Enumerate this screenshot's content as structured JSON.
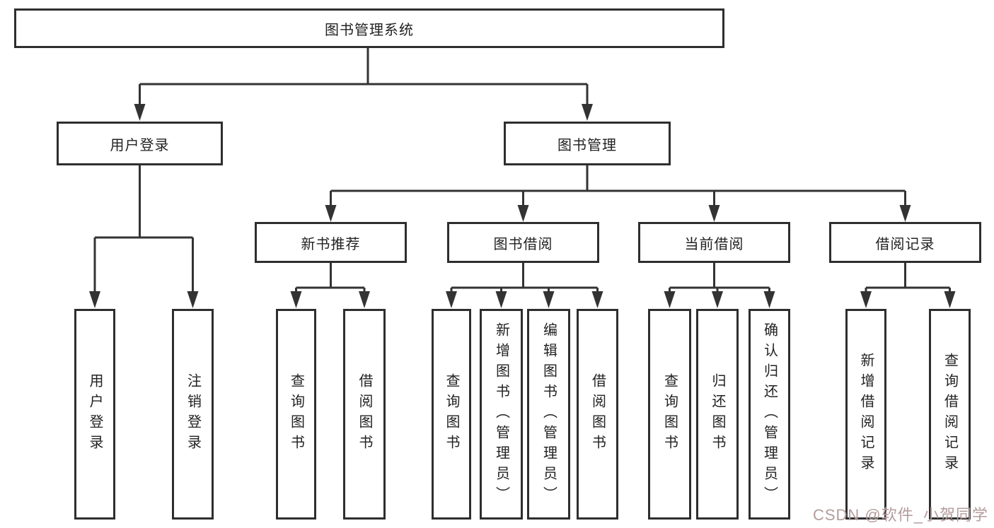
{
  "nodes": {
    "root": "图书管理系统",
    "user_login": "用户登录",
    "book_mgmt": "图书管理",
    "new_book_rec": "新书推荐",
    "book_borrow": "图书借阅",
    "current_borrow": "当前借阅",
    "borrow_record": "借阅记录",
    "leaf_user_login": "用户登录",
    "leaf_logout": "注销登录",
    "leaf_rec_query": "查询图书",
    "leaf_rec_borrow": "借阅图书",
    "leaf_bb_query": "查询图书",
    "leaf_bb_add": "新增图书（管理员）",
    "leaf_bb_edit": "编辑图书（管理员）",
    "leaf_bb_borrow": "借阅图书",
    "leaf_cb_query": "查询图书",
    "leaf_cb_return": "归还图书",
    "leaf_cb_confirm": "确认归还（管理员）",
    "leaf_br_add": "新增借阅记录",
    "leaf_br_query": "查询借阅记录"
  },
  "tree": {
    "root": "图书管理系统",
    "children": [
      {
        "label": "用户登录",
        "children": [
          "用户登录",
          "注销登录"
        ]
      },
      {
        "label": "图书管理",
        "children": [
          {
            "label": "新书推荐",
            "children": [
              "查询图书",
              "借阅图书"
            ]
          },
          {
            "label": "图书借阅",
            "children": [
              "查询图书",
              "新增图书（管理员）",
              "编辑图书（管理员）",
              "借阅图书"
            ]
          },
          {
            "label": "当前借阅",
            "children": [
              "查询图书",
              "归还图书",
              "确认归还（管理员）"
            ]
          },
          {
            "label": "借阅记录",
            "children": [
              "新增借阅记录",
              "查询借阅记录"
            ]
          }
        ]
      }
    ]
  },
  "watermark": "CSDN @软件_小贺同学",
  "colors": {
    "line": "#333333",
    "box_border": "#2e2e2e",
    "text": "#222222",
    "watermark": "#b49c9c"
  }
}
